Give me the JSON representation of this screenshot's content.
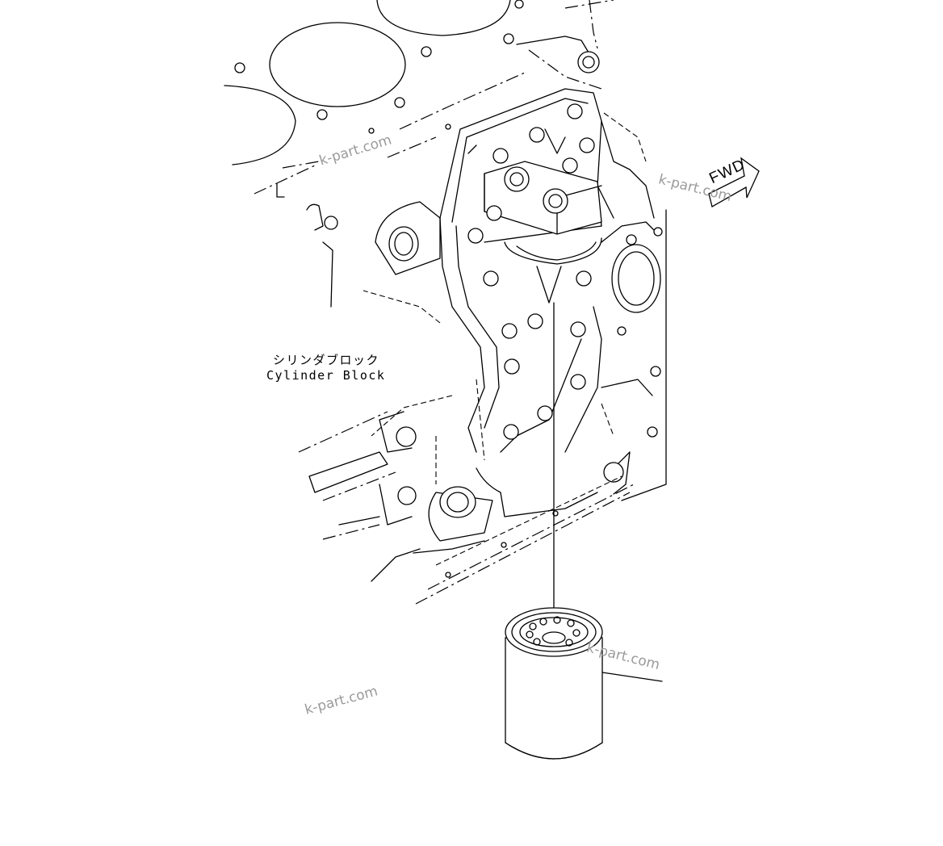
{
  "diagram": {
    "part_label_jp": "シリンダブロック",
    "part_label_en": "Cylinder Block",
    "direction_marker": "FWD",
    "watermarks": [
      "k-part.com",
      "k-part.com",
      "k-part.com",
      "k-part.com"
    ]
  }
}
